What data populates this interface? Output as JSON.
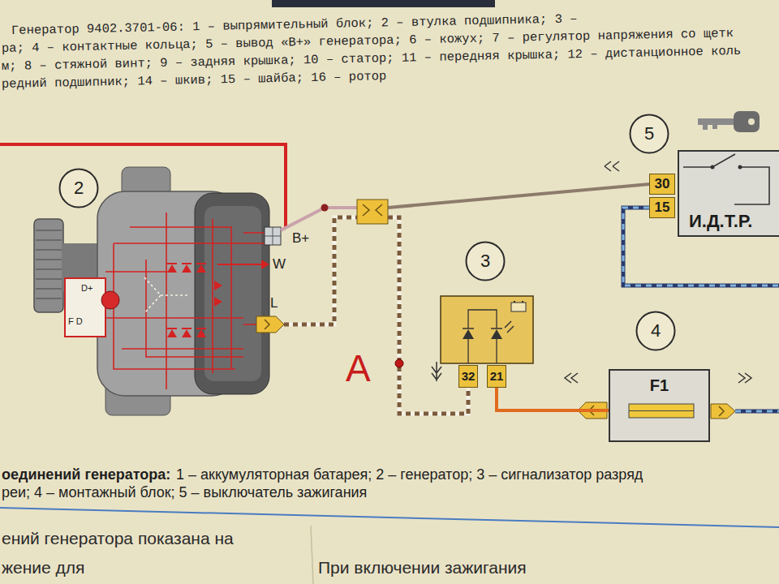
{
  "diagram": {
    "nodes": [
      {
        "text": [
          "2"
        ]
      },
      {
        "text": [
          "5"
        ]
      },
      {
        "text": [
          "И.Д.Т.Р."
        ]
      },
      {
        "text": [
          "30"
        ],
        "in": 2
      },
      {
        "text": [
          "15"
        ],
        "in": 2
      },
      {
        "text": [
          "3"
        ]
      },
      {
        "text": [
          "32"
        ]
      },
      {
        "text": [
          "21"
        ]
      },
      {
        "text": [
          "4"
        ]
      },
      {
        "text": [
          "F1"
        ]
      }
    ],
    "edges": [
      {
        "from": 7,
        "to": 9,
        "arrow": "none"
      }
    ],
    "labels": [
      "Генератор 9402.3701-06: 1 – выпрямительный блок; 2 – втулка подшипника; 3 –",
      "ра; 4 – контактные кольца; 5 – вывод «B+» генератора; 6 – кожух; 7 – регулятор напряжения со щетк",
      "м; 8 – стяжной винт; 9 – задняя крышка; 10 – статор; 11 – передняя крышка; 12 – дистанционное коль",
      "редний подшипник; 14 – шкив; 15 – шайба; 16 – ротор",
      "B+",
      "W",
      "L",
      "D+",
      "F D",
      "A",
      "оединений генератора:",
      "1 – аккумуляторная батарея; 2 – генератор; 3 – сигнализатор разряд",
      "реи; 4 – монтажный блок; 5 – выключатель зажигания",
      "ений генератора показана на",
      "жение для",
      "При включении зажигания"
    ]
  }
}
